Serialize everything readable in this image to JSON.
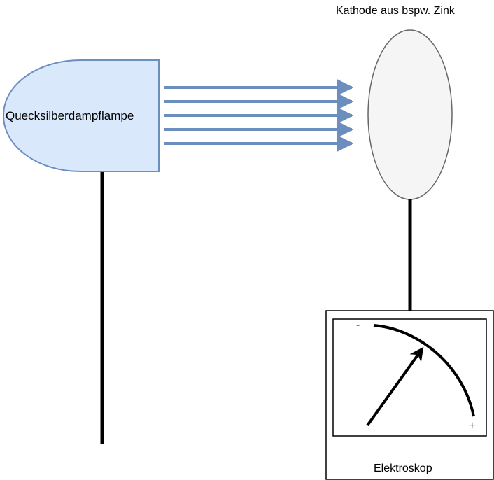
{
  "labels": {
    "lamp": "Quecksilberdampflampe",
    "cathode": "Kathode aus bspw. Zink",
    "electroscope": "Elektroskop",
    "minus": "-",
    "plus": "+"
  },
  "colors": {
    "lamp_fill": "#dae8fc",
    "lamp_stroke": "#6c8ebf",
    "ray": "#6c8ebf",
    "cathode_fill": "#f5f5f5",
    "cathode_stroke": "#666666",
    "line": "#000000"
  }
}
